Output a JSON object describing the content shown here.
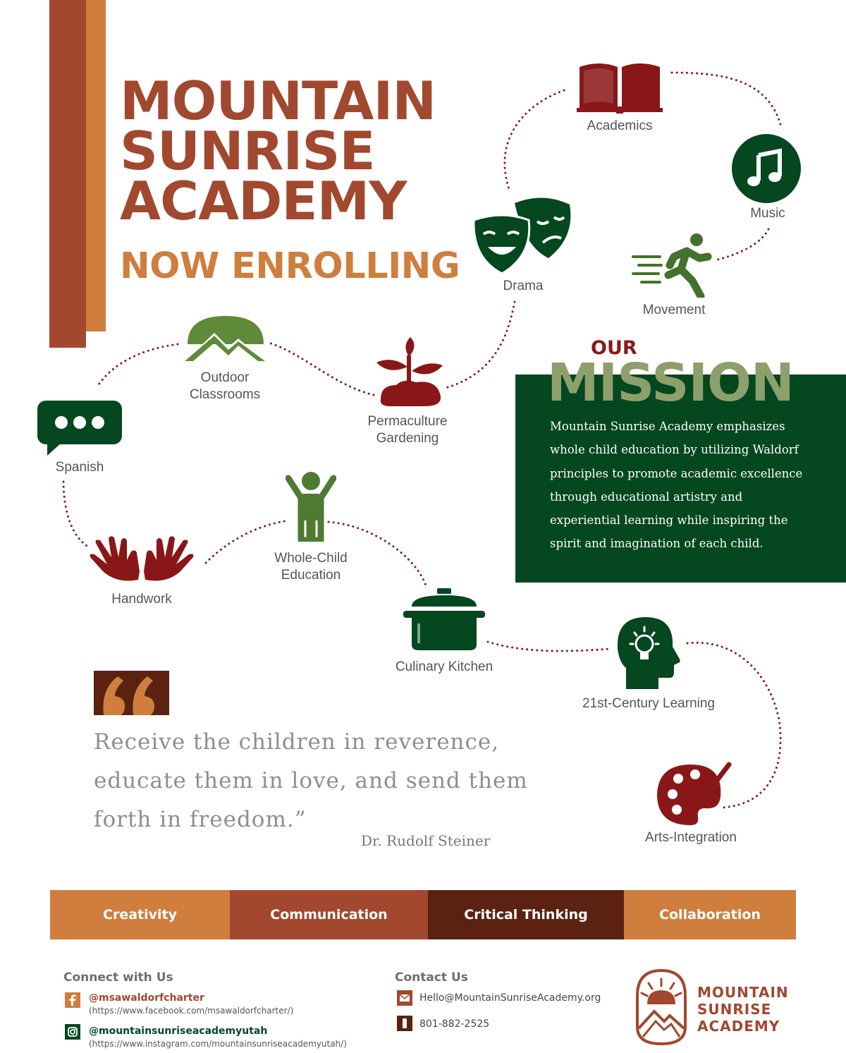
{
  "header": {
    "title_lines": [
      "MOUNTAIN",
      "SUNRISE",
      "ACADEMY"
    ],
    "subtitle": "NOW ENROLLING"
  },
  "nodes": {
    "academics": "Academics",
    "music": "Music",
    "movement": "Movement",
    "drama": "Drama",
    "permaculture": [
      "Permaculture",
      "Gardening"
    ],
    "outdoor": [
      "Outdoor",
      "Classrooms"
    ],
    "spanish": "Spanish",
    "handwork": "Handwork",
    "wholechild": [
      "Whole-Child",
      "Education"
    ],
    "culinary": "Culinary Kitchen",
    "century": "21st-Century Learning",
    "arts": "Arts-Integration"
  },
  "mission": {
    "our": "OUR",
    "title": "MISSION",
    "text": "Mountain Sunrise Academy emphasizes whole child education by utilizing Waldorf principles to promote academic excellence through educational artistry and experiential learning while inspiring the spirit and imagination of each child."
  },
  "quote": {
    "text": "Receive the children in reverence, educate them in love, and send them forth in freedom.”",
    "author": "Dr. Rudolf Steiner"
  },
  "pillars": [
    {
      "label": "Creativity",
      "color": "#cf7e3e"
    },
    {
      "label": "Communication",
      "color": "#a1482f"
    },
    {
      "label": "Critical Thinking",
      "color": "#5b2211"
    },
    {
      "label": "Collaboration",
      "color": "#cf7e3e"
    }
  ],
  "footer": {
    "connect_heading": "Connect with Us",
    "facebook_handle": "@msawaldorfcharter",
    "facebook_url": "(https://www.facebook.com/msawaldorfcharter/)",
    "instagram_handle": "@mountainsunriseacademyutah",
    "instagram_url": "(https://www.instagram.com/mountainsunriseacademyutah/)",
    "contact_heading": "Contact Us",
    "email": "Hello@MountainSunriseAcademy.org",
    "phone": "801-882-2525",
    "logo_lines": [
      "MOUNTAIN",
      "SUNRISE",
      "ACADEMY"
    ]
  },
  "colors": {
    "rust": "#a1482f",
    "orange": "#cf7e3e",
    "maroon": "#8a1717",
    "green": "#05471f",
    "olive": "#8d9f6b",
    "brown": "#5b2211"
  },
  "icons": [
    "book-icon",
    "music-note-icon",
    "running-person-icon",
    "theater-masks-icon",
    "sprout-icon",
    "mountains-icon",
    "speech-bubble-icon",
    "hands-icon",
    "child-icon",
    "cooking-pot-icon",
    "head-lightbulb-icon",
    "palette-icon",
    "facebook-icon",
    "instagram-icon",
    "email-icon",
    "phone-icon"
  ]
}
